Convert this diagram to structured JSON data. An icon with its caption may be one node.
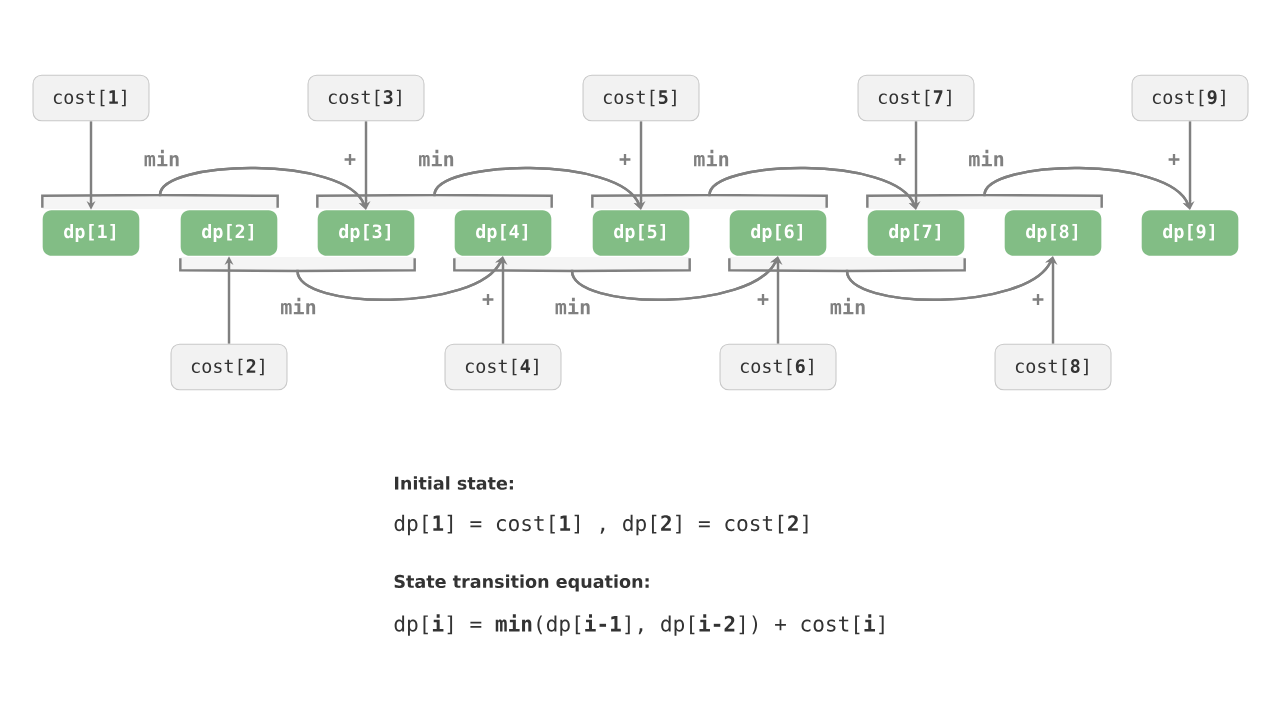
{
  "diagram": {
    "nodes": [
      {
        "text": [
          "cost[**1**]"
        ]
      },
      {
        "text": [
          "cost[**3**]"
        ]
      },
      {
        "text": [
          "cost[**5**]"
        ]
      },
      {
        "text": [
          "cost[**7**]"
        ]
      },
      {
        "text": [
          "cost[**9**]"
        ]
      },
      {
        "text": [
          "dp[1]"
        ]
      },
      {
        "text": [
          "dp[2]"
        ]
      },
      {
        "text": [
          "dp[3]"
        ]
      },
      {
        "text": [
          "dp[4]"
        ]
      },
      {
        "text": [
          "dp[5]"
        ]
      },
      {
        "text": [
          "dp[6]"
        ]
      },
      {
        "text": [
          "dp[7]"
        ]
      },
      {
        "text": [
          "dp[8]"
        ]
      },
      {
        "text": [
          "dp[9]"
        ]
      },
      {
        "text": [
          "cost[**2**]"
        ]
      },
      {
        "text": [
          "cost[**4**]"
        ]
      },
      {
        "text": [
          "cost[**6**]"
        ]
      },
      {
        "text": [
          "cost[**8**]"
        ]
      }
    ],
    "edges": [
      {
        "from": 0,
        "to": 5,
        "arrow": "to"
      },
      {
        "from": 14,
        "to": 6,
        "arrow": "to"
      },
      {
        "from": 5,
        "to": 7,
        "arrow": "to",
        "label": "min"
      },
      {
        "from": 6,
        "to": 7,
        "arrow": "to"
      },
      {
        "from": 1,
        "to": 7,
        "arrow": "to",
        "label": "+"
      },
      {
        "from": 6,
        "to": 8,
        "arrow": "to",
        "label": "min"
      },
      {
        "from": 7,
        "to": 8,
        "arrow": "to"
      },
      {
        "from": 15,
        "to": 8,
        "arrow": "to",
        "label": "+"
      },
      {
        "from": 7,
        "to": 9,
        "arrow": "to",
        "label": "min"
      },
      {
        "from": 8,
        "to": 9,
        "arrow": "to"
      },
      {
        "from": 2,
        "to": 9,
        "arrow": "to",
        "label": "+"
      },
      {
        "from": 8,
        "to": 10,
        "arrow": "to",
        "label": "min"
      },
      {
        "from": 9,
        "to": 10,
        "arrow": "to"
      },
      {
        "from": 16,
        "to": 10,
        "arrow": "to",
        "label": "+"
      },
      {
        "from": 9,
        "to": 11,
        "arrow": "to",
        "label": "min"
      },
      {
        "from": 10,
        "to": 11,
        "arrow": "to"
      },
      {
        "from": 3,
        "to": 11,
        "arrow": "to",
        "label": "+"
      },
      {
        "from": 10,
        "to": 12,
        "arrow": "to",
        "label": "min"
      },
      {
        "from": 11,
        "to": 12,
        "arrow": "to"
      },
      {
        "from": 17,
        "to": 12,
        "arrow": "to",
        "label": "+"
      },
      {
        "from": 11,
        "to": 13,
        "arrow": "to",
        "label": "min"
      },
      {
        "from": 12,
        "to": 13,
        "arrow": "to"
      },
      {
        "from": 4,
        "to": 13,
        "arrow": "to",
        "label": "+"
      }
    ],
    "labels": [
      "Initial state:",
      "dp[**1**] = cost[**1**] , dp[**2**] = cost[**2**]",
      "State transition equation:",
      "dp[**i**] = **min**(dp[**i-1**], dp[**i-2**]) + cost[**i**]"
    ]
  }
}
